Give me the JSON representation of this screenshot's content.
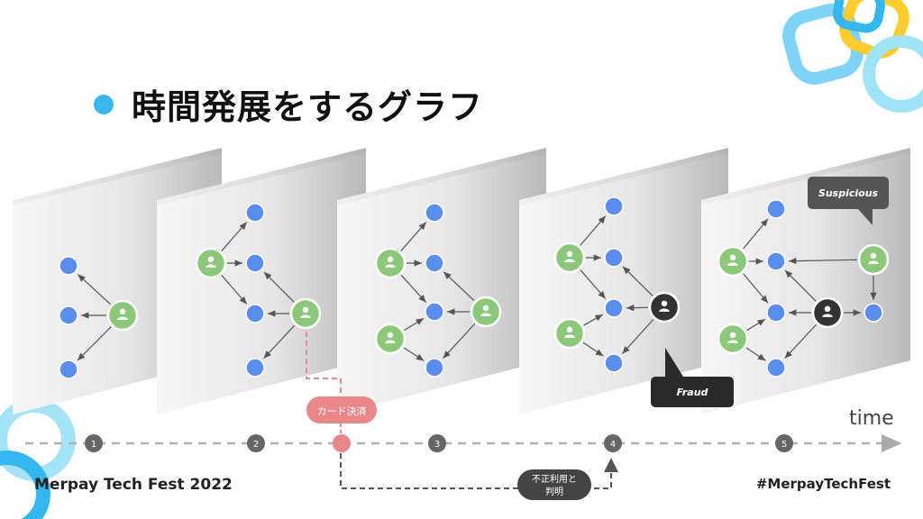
{
  "title": "時間発展をするグラフ",
  "axis": {
    "label": "time",
    "ticks": [
      "1",
      "2",
      "3",
      "4",
      "5"
    ]
  },
  "events": {
    "card_payment": "カード決済",
    "fraud_found_line1": "不正利用と",
    "fraud_found_line2": "判明"
  },
  "callouts": {
    "fraud": "Fraud",
    "suspicious": "Suspicious"
  },
  "footer": {
    "brand": "Merpay Tech Fest 2022",
    "hashtag": "#MerpayTechFest"
  },
  "colors": {
    "user_node": "#8cc87a",
    "account_node": "#5b8def",
    "fraud_node": "#333333",
    "card_event": "#e8888a",
    "accent": "#39b7f3"
  }
}
